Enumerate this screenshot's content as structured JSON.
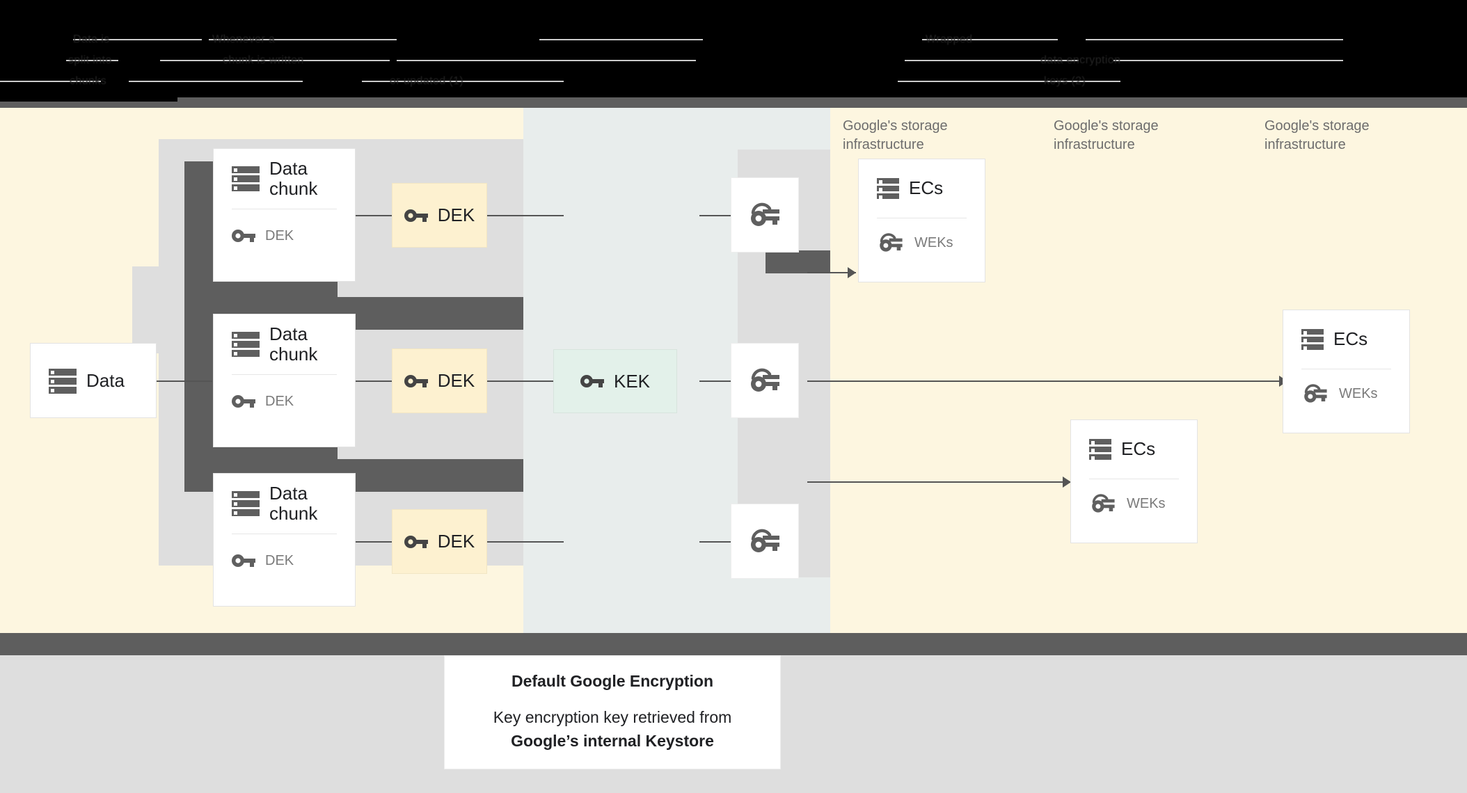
{
  "header": {
    "obscured": true,
    "fragments": [
      "Data is",
      "Whenever a",
      "Wrapped",
      "split into",
      "chunk is written",
      "data encryption",
      "chunks",
      "or updated (1)",
      "keys (2)"
    ]
  },
  "diagram": {
    "zones": [
      {
        "name": "client",
        "label": ""
      },
      {
        "name": "keystore",
        "label": ""
      },
      {
        "name": "storage",
        "label": "Google's storage\ninfrastructure"
      }
    ],
    "storage_labels": [
      "Google's storage\ninfrastructure",
      "Google's storage\ninfrastructure",
      "Google's storage\ninfrastructure"
    ],
    "data_box": {
      "title": "Data",
      "icon": "server-stack-icon"
    },
    "chunks": [
      {
        "title": "Data\nchunk",
        "key_label": "DEK",
        "icon": "server-stack-icon",
        "key_icon": "key-icon"
      },
      {
        "title": "Data\nchunk",
        "key_label": "DEK",
        "icon": "server-stack-icon",
        "key_icon": "key-icon"
      },
      {
        "title": "Data\nchunk",
        "key_label": "DEK",
        "icon": "server-stack-icon",
        "key_icon": "key-icon"
      }
    ],
    "dek_boxes": [
      {
        "label": "DEK",
        "icon": "key-icon",
        "color": "#fdf1d0"
      },
      {
        "label": "DEK",
        "icon": "key-icon",
        "color": "#fdf1d0"
      },
      {
        "label": "DEK",
        "icon": "key-icon",
        "color": "#fdf1d0"
      }
    ],
    "kek_box": {
      "label": "KEK",
      "icon": "key-icon",
      "color": "#e3f1ea"
    },
    "wrapped_key_tiles": [
      {
        "icon": "wrapped-key-icon"
      },
      {
        "icon": "wrapped-key-icon"
      },
      {
        "icon": "wrapped-key-icon"
      }
    ],
    "ec_cards": [
      {
        "title": "ECs",
        "key_label": "WEKs",
        "icon": "server-stack-icon",
        "key_icon": "wrapped-key-icon"
      },
      {
        "title": "ECs",
        "key_label": "WEKs",
        "icon": "server-stack-icon",
        "key_icon": "wrapped-key-icon"
      },
      {
        "title": "ECs",
        "key_label": "WEKs",
        "icon": "server-stack-icon",
        "key_icon": "wrapped-key-icon"
      }
    ]
  },
  "caption": {
    "heading": "Default Google Encryption",
    "line1": "Key encryption key retrieved from",
    "line2": "Google’s internal Keystore"
  },
  "colors": {
    "client_zone": "#fdf6e0",
    "keystore_zone": "#e8edec",
    "storage_zone": "#fdf6e0",
    "dek_fill": "#fdf1d0",
    "kek_fill": "#e3f1ea",
    "dark_bar": "#5e5e5e",
    "slab": "#dedede",
    "card": "#ffffff"
  }
}
